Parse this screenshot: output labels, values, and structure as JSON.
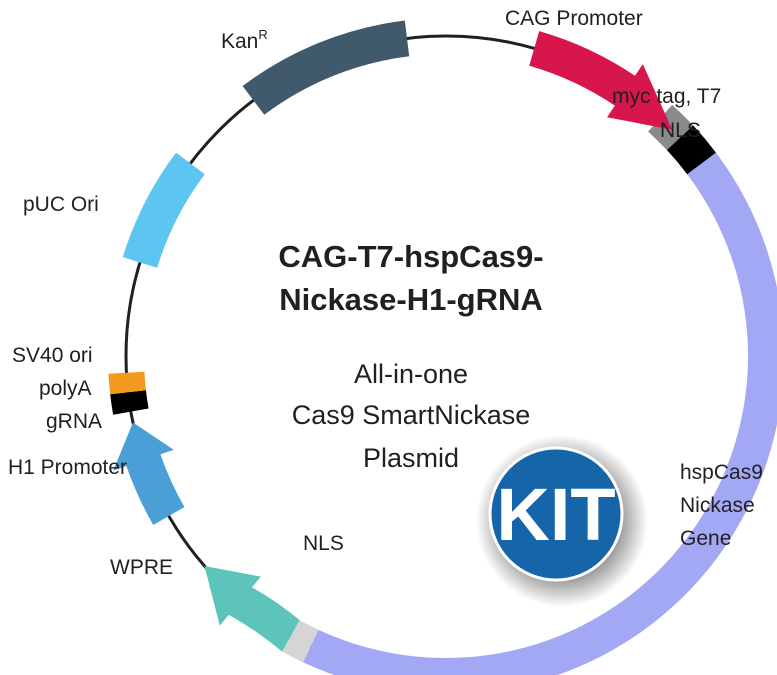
{
  "title_lines": [
    "CAG-T7-hspCas9-",
    "Nickase-H1-gRNA"
  ],
  "subtitle_lines": [
    "All-in-one",
    "Cas9 SmartNickase",
    "Plasmid"
  ],
  "badge": {
    "text": "KIT",
    "color": "#1565a8"
  },
  "backbone_color": "#231f20",
  "features": [
    {
      "name": "CAG Promoter",
      "color": "#d6164d",
      "shape": "arrow-cw"
    },
    {
      "name": "myc tag, T7 NLS",
      "color": "#000000",
      "shape": "block"
    },
    {
      "name": "hspCas9 Nickase Gene",
      "color": "#a3a8f5",
      "shape": "block"
    },
    {
      "name": "NLS",
      "color": "#d5d5d5",
      "shape": "block"
    },
    {
      "name": "WPRE",
      "color": "#5cc4ba",
      "shape": "arrow-ccw"
    },
    {
      "name": "H1 Promoter",
      "color": "#4a9fd6",
      "shape": "arrow-cw"
    },
    {
      "name": "gRNA",
      "color": "#000000",
      "shape": "block"
    },
    {
      "name": "SV40 ori polyA",
      "color": "#f39a1e",
      "shape": "block"
    },
    {
      "name": "pUC Ori",
      "color": "#5dc6f0",
      "shape": "block"
    },
    {
      "name": "KanR",
      "color": "#40596b",
      "shape": "block"
    }
  ],
  "labels": {
    "cag_promoter": "CAG Promoter",
    "myc_tag_line1": "myc tag, T7",
    "myc_tag_line2": "NLS",
    "cas9_line1": "hspCas9",
    "cas9_line2": "Nickase",
    "cas9_line3": "Gene",
    "nls": "NLS",
    "wpre": "WPRE",
    "h1_promoter": "H1 Promoter",
    "grna": "gRNA",
    "sv40_line1": "SV40 ori",
    "sv40_line2": "polyA",
    "puc_ori": "pUC Ori",
    "kan_main": "Kan",
    "kan_sup": "R"
  }
}
